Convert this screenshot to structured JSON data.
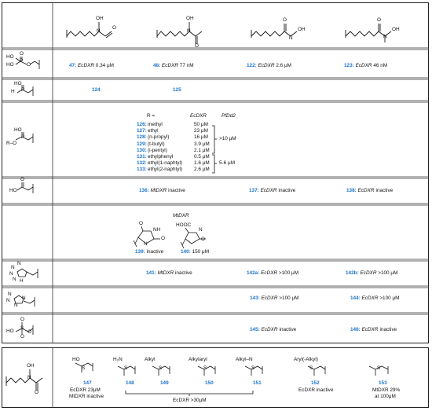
{
  "compound_header": [
    {
      "sub": "OH",
      "atoms": [
        "N",
        "O"
      ]
    },
    {
      "sub": "OH",
      "atoms": [
        "N",
        "O"
      ]
    },
    {
      "sub": "",
      "atoms": [
        "O",
        "N",
        "OH"
      ]
    },
    {
      "sub": "",
      "atoms": [
        "O",
        "N",
        "OH"
      ]
    }
  ],
  "row1": {
    "group_atoms": {
      "P": "P",
      "HO1": "HO",
      "HO2": "HO",
      "O1": "O",
      "O2": "O"
    },
    "cells": [
      {
        "num": "47:",
        "org": "EcDXR",
        "val": "0.34 μM"
      },
      {
        "num": "48:",
        "org": "EcDXR",
        "val": "77 nM"
      },
      {
        "num": "122:",
        "org": "EcDXR",
        "val": "2.6 μM"
      },
      {
        "num": "123:",
        "org": "EcDXR",
        "val": "46 nM"
      }
    ]
  },
  "row2": {
    "group_atoms": {
      "H": "H",
      "P": "P",
      "HO": "HO",
      "O": "O"
    },
    "cells": [
      "124",
      "125"
    ]
  },
  "row3": {
    "group_atoms": {
      "R": "R–O",
      "P": "P",
      "HO": "HO",
      "O": "O"
    },
    "r_label": "R =",
    "col_ec": "EcDXR",
    "col_pf": "PfDd2",
    "items": [
      {
        "num": "126:",
        "name": "methyl",
        "val": "50 μM"
      },
      {
        "num": "127:",
        "name": "ethyl",
        "val": "23 μM"
      },
      {
        "num": "128:",
        "name": "(n-propyl)",
        "val": "16 μM"
      },
      {
        "num": "129:",
        "name": "(t-butyl)",
        "val": "3.9 μM"
      },
      {
        "num": "130:",
        "name": "(i-pentyl)",
        "val": "2.1 μM"
      },
      {
        "num": "131:",
        "name": "ethylphenyl",
        "val": "0.5 μM"
      },
      {
        "num": "132:",
        "name": "ethyl(1-naphtyl)",
        "val": "1.6 μM"
      },
      {
        "num": "133:",
        "name": "ethyl(2-naphtyl)",
        "val": "2.6 μM"
      }
    ],
    "bracket1": ">10 μM",
    "bracket2": "5-6 μM"
  },
  "row4": {
    "group_atoms": {
      "HO": "HO",
      "O": "O"
    },
    "cells": [
      {
        "num": "136:",
        "org": "MtDXR",
        "val": "inactive"
      },
      {
        "num": "137:",
        "org": "EcDXR",
        "val": "inactive"
      },
      {
        "num": "138:",
        "org": "EcDXR",
        "val": "inactive"
      }
    ]
  },
  "row5": {
    "title": "MtDXR",
    "s139_atoms": {
      "O1": "O",
      "NH": "NH",
      "O2": "O",
      "HN": "N"
    },
    "s140_atoms": {
      "HOOC": "HOOC",
      "N": "N",
      "O": "O"
    },
    "c139": {
      "num": "139:",
      "val": "inactive"
    },
    "c140": {
      "num": "140:",
      "val": "150 μM"
    }
  },
  "row6": {
    "group_atoms": {
      "N1": "N",
      "N2": "N",
      "N3": "N",
      "H": "H",
      "N4": "N"
    },
    "cells": [
      {
        "num": "141:",
        "org": "MtDXR",
        "val": "inactive"
      },
      {
        "num": "142a:",
        "org": "EcDXR",
        "val": ">100 μM"
      },
      {
        "num": "142b:",
        "org": "EcDXR",
        "val": ">100 μM"
      }
    ]
  },
  "row7": {
    "group_atoms": {
      "N1": "N",
      "N2": "N",
      "N3": "N",
      "N4": "N"
    },
    "cells": [
      {
        "num": "143:",
        "org": "EcDXR",
        "val": ">100 μM"
      },
      {
        "num": "144:",
        "org": "EcDXR",
        "val": ">100 μM"
      }
    ]
  },
  "row8": {
    "group_atoms": {
      "HO": "HO",
      "S": "S",
      "O1": "O",
      "O2": "O",
      "O3": "O"
    },
    "cells": [
      {
        "num": "145:",
        "org": "EcDXR",
        "val": "inactive"
      },
      {
        "num": "146:",
        "org": "EcDXR",
        "val": "inactive"
      }
    ]
  },
  "bottom": {
    "left_atoms": {
      "OH": "OH",
      "N": "N",
      "O": "O"
    },
    "structs": [
      {
        "prefix": "HO",
        "mid": "S",
        "num": "147"
      },
      {
        "prefix": "H₂N",
        "mid": "S",
        "num": "148"
      },
      {
        "prefix": "Alkyl",
        "mid": "S",
        "num": "149"
      },
      {
        "prefix": "Alkylaryl",
        "mid": "S",
        "num": "150"
      },
      {
        "prefix": "Alkyl–N",
        "mid": "S",
        "num": "151"
      },
      {
        "prefix": "Aryl(-Alkyl)",
        "mid": "S",
        "num": "152"
      },
      {
        "prefix": "",
        "mid": "S",
        "num": "153"
      }
    ],
    "n147a": "EcDXR 23μM",
    "n147b": "MtDXR inactive",
    "n152": "EcDXR inactive",
    "n153a": "MtDXR 29%",
    "n153b": "at 100μM",
    "range": "EcDXR >30μM"
  }
}
